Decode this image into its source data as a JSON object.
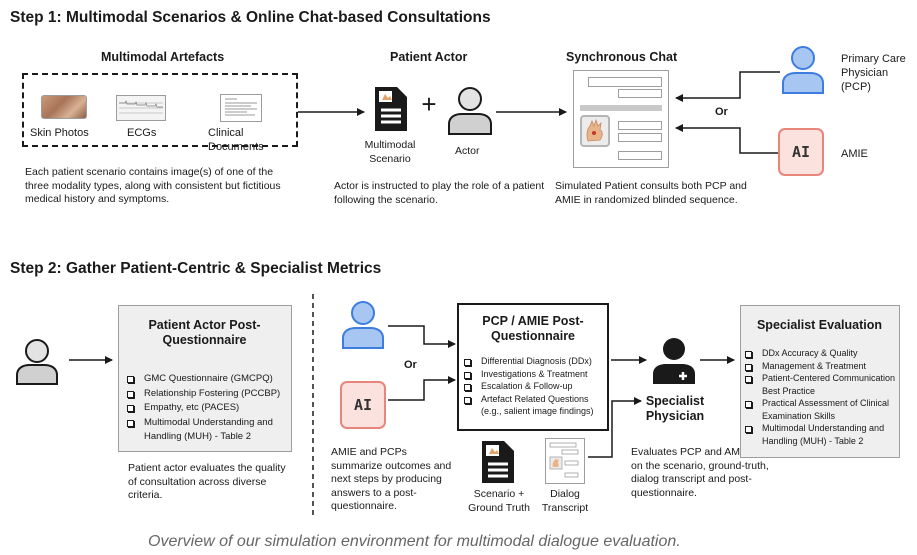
{
  "colors": {
    "pcp_fill": "#a7c7f2",
    "pcp_stroke": "#3d7de0",
    "ai_fill": "#fce2de",
    "ai_stroke": "#e8857b",
    "panel_fill": "#efefef"
  },
  "step1": {
    "title": "Step 1: Multimodal Scenarios & Online Chat-based Consultations",
    "artefacts": {
      "title": "Multimodal Artefacts",
      "skin": "Skin Photos",
      "ecg": "ECGs",
      "docs": "Clinical Documents",
      "description": "Each patient scenario contains image(s) of one of the three modality types, along with consistent but fictitious medical history and symptoms."
    },
    "actor": {
      "title": "Patient Actor",
      "plus": "+",
      "scenario_label": "Multimodal Scenario",
      "actor_label": "Actor",
      "description": "Actor is instructed to play the role of a patient following the scenario."
    },
    "chat": {
      "title": "Synchronous Chat",
      "or": "Or",
      "description": "Simulated Patient consults both PCP and AMIE in randomized blinded sequence."
    },
    "pcp_label": "Primary Care Physician (PCP)",
    "ai_icon": "AI",
    "amie_label": "AMIE"
  },
  "step2": {
    "title": "Step 2: Gather Patient-Centric & Specialist Metrics",
    "actor_q": {
      "title": "Patient Actor Post-Questionnaire",
      "items": [
        "GMC Questionnaire (GMCPQ)",
        "Relationship Fostering (PCCBP)",
        "Empathy, etc  (PACES)",
        "Multimodal Understanding and Handling (MUH) - Table 2"
      ],
      "description": "Patient actor evaluates the quality of consultation across diverse criteria."
    },
    "or": "Or",
    "ai_icon": "AI",
    "pcp_q": {
      "title": "PCP / AMIE Post-Questionnaire",
      "items": [
        "Differential Diagnosis (DDx)",
        "Investigations & Treatment",
        "Escalation & Follow-up",
        "Artefact Related Questions (e.g., salient image findings)"
      ]
    },
    "summary": "AMIE and PCPs summarize outcomes and next steps by producing answers to a post-questionnaire.",
    "scenario_gt": "Scenario + Ground Truth",
    "dialog": "Dialog Transcript",
    "specialist": "Specialist Physician",
    "specialist_desc": "Evaluates PCP and AMIE based on the scenario, ground-truth, dialog transcript and post-questionnaire.",
    "eval": {
      "title": "Specialist Evaluation",
      "items": [
        "DDx Accuracy & Quality",
        "Management  & Treatment",
        "Patient-Centered Communication Best Practice",
        "Practical Assessment of Clinical Examination Skills",
        "Multimodal Understanding and Handling (MUH) - Table 2"
      ]
    }
  },
  "caption": "Overview of our simulation environment for multimodal dialogue evaluation."
}
